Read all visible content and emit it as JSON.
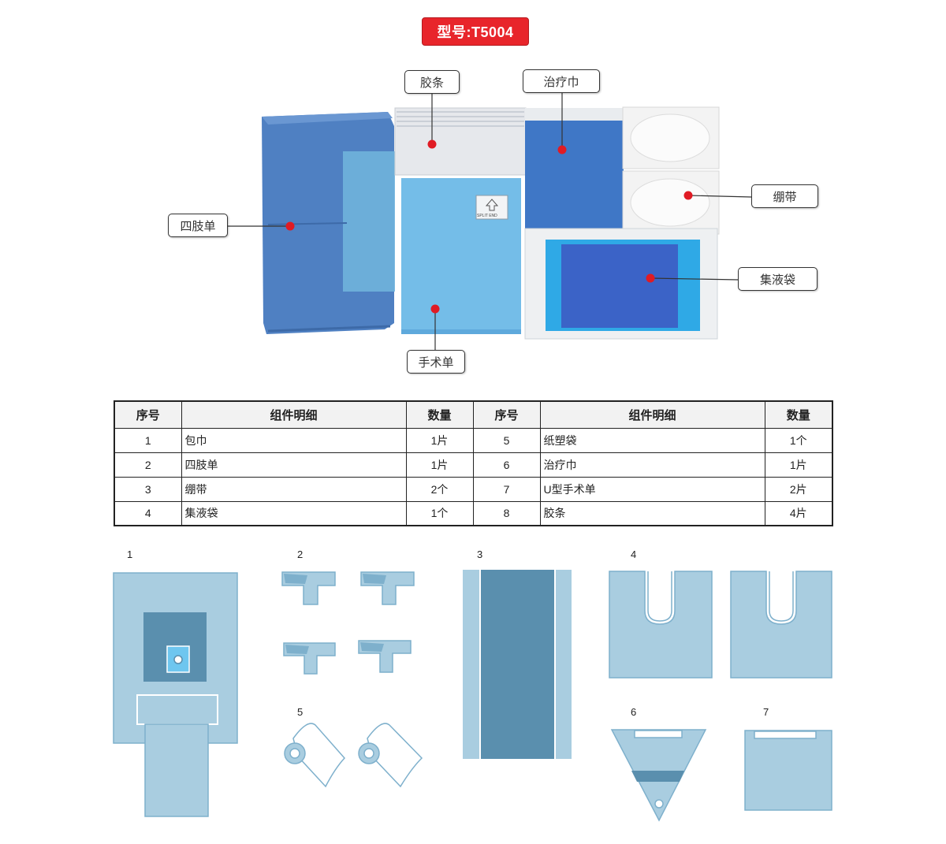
{
  "model_badge": "型号:T5004",
  "callouts": {
    "tape": "胶条",
    "treatment_towel": "治疗巾",
    "limb_sheet": "四肢单",
    "bandage": "绷带",
    "collection_bag": "集液袋",
    "surgical_sheet": "手术单"
  },
  "package_label": "SPLIT END",
  "table": {
    "headers": [
      "序号",
      "组件明细",
      "数量",
      "序号",
      "组件明细",
      "数量"
    ],
    "rows": [
      {
        "no_a": "1",
        "item_a": "包巾",
        "qty_a": "1片",
        "no_b": "5",
        "item_b": "纸塑袋",
        "qty_b": "1个"
      },
      {
        "no_a": "2",
        "item_a": "四肢单",
        "qty_a": "1片",
        "no_b": "6",
        "item_b": "治疗巾",
        "qty_b": "1片"
      },
      {
        "no_a": "3",
        "item_a": "绷带",
        "qty_a": "2个",
        "no_b": "7",
        "item_b": "U型手术单",
        "qty_b": "2片"
      },
      {
        "no_a": "4",
        "item_a": "集液袋",
        "qty_a": "1个",
        "no_b": "8",
        "item_b": "胶条",
        "qty_b": "4片"
      }
    ]
  },
  "diagram_labels": {
    "d1": "1",
    "d2": "2",
    "d3": "3",
    "d4": "4",
    "d5": "5",
    "d6": "6",
    "d7": "7"
  },
  "colors": {
    "badge_red": "#e8252b",
    "light_blue": "#a9cde0",
    "mid_blue": "#5a8fae",
    "marker_red": "#e01b24"
  }
}
